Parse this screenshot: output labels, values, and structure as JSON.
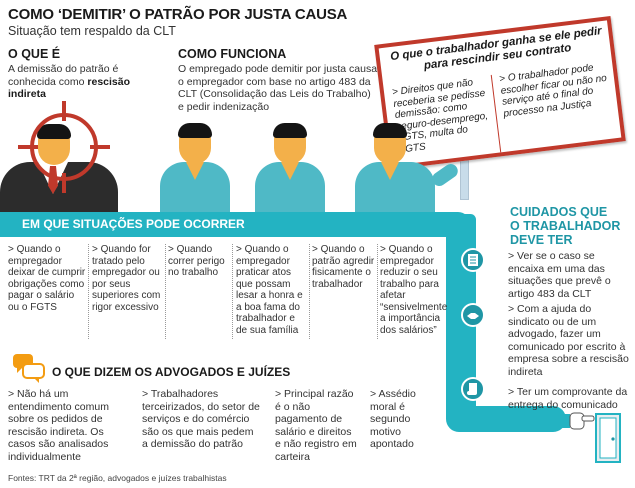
{
  "header": {
    "title": "COMO ‘DEMITIR’ O PATRÃO POR JUSTA CAUSA",
    "subtitle": "Situação tem respaldo da CLT"
  },
  "what_is": {
    "heading": "O QUE É",
    "text_before": "A demissão do patrão é conhecida como ",
    "text_bold": "rescisão indireta"
  },
  "how_it_works": {
    "heading": "COMO FUNCIONA",
    "text": "O empregado pode demitir por justa causa o empregador com base no artigo 483 da CLT (Consolidação das Leis do Trabalho) e pedir indenização"
  },
  "sign": {
    "title": "O que o trabalhador ganha se ele pedir para rescindir seu contrato",
    "left": "> Direitos que não receberia se pedisse demissão: como seguro-desemprego, FGTS, multa do FGTS",
    "right": "> O trabalhador pode escolher ficar ou não no serviço até o final do processo na Justiça"
  },
  "situations": {
    "heading": "EM QUE SITUAÇÕES PODE OCORRER",
    "items": [
      "> Quando o empregador deixar de cumprir obrigações como pagar o salário ou o FGTS",
      "> Quando for tratado pelo empregador ou por seus superiores com rigor excessivo",
      "> Quando correr perigo no trabalho",
      "> Quando o empregador praticar atos que possam lesar a honra e a boa fama do trabalhador e de sua família",
      "> Quando o patrão agredir fisicamente o trabalhador",
      "> Quando o empregador reduzir o seu trabalho para afetar “sensivelmente a importância dos salários”"
    ]
  },
  "care": {
    "heading_line1": "CUIDADOS QUE",
    "heading_line2": "O TRABALHADOR",
    "heading_line3": "DEVE TER",
    "items": [
      "> Ver se o caso se encaixa em uma das situações que prevê o artigo 483 da CLT",
      "> Com a ajuda do sindicato ou de um advogado, fazer um comunicado por escrito à empresa sobre a rescisão indireta",
      "> Ter um comprovante da entrega do comunicado"
    ]
  },
  "lawyers": {
    "heading": "O QUE DIZEM OS ADVOGADOS E JUÍZES",
    "items": [
      "> Não há um entendimento comum sobre os pedidos de rescisão indireta. Os casos são analisados individualmente",
      "> Trabalhadores terceirizados, do setor de serviços e do comércio são os que mais pedem a demissão do patrão",
      "> Principal razão é o não pagamento de salário e direitos e não registro em carteira",
      "> Assédio moral é segundo motivo apontado"
    ]
  },
  "sources": "Fontes: TRT da 2ª região, advogados e juízes trabalhistas",
  "colors": {
    "teal": "#23b3c2",
    "teal_dark": "#1f96a5",
    "red": "#c0392b",
    "orange": "#f39c12",
    "skin": "#f3b04a"
  },
  "icons": [
    "crosshair-icon",
    "checklist-icon",
    "handshake-icon",
    "document-hand-icon",
    "speech-bubbles-icon",
    "pointing-hand-icon",
    "door-icon"
  ]
}
